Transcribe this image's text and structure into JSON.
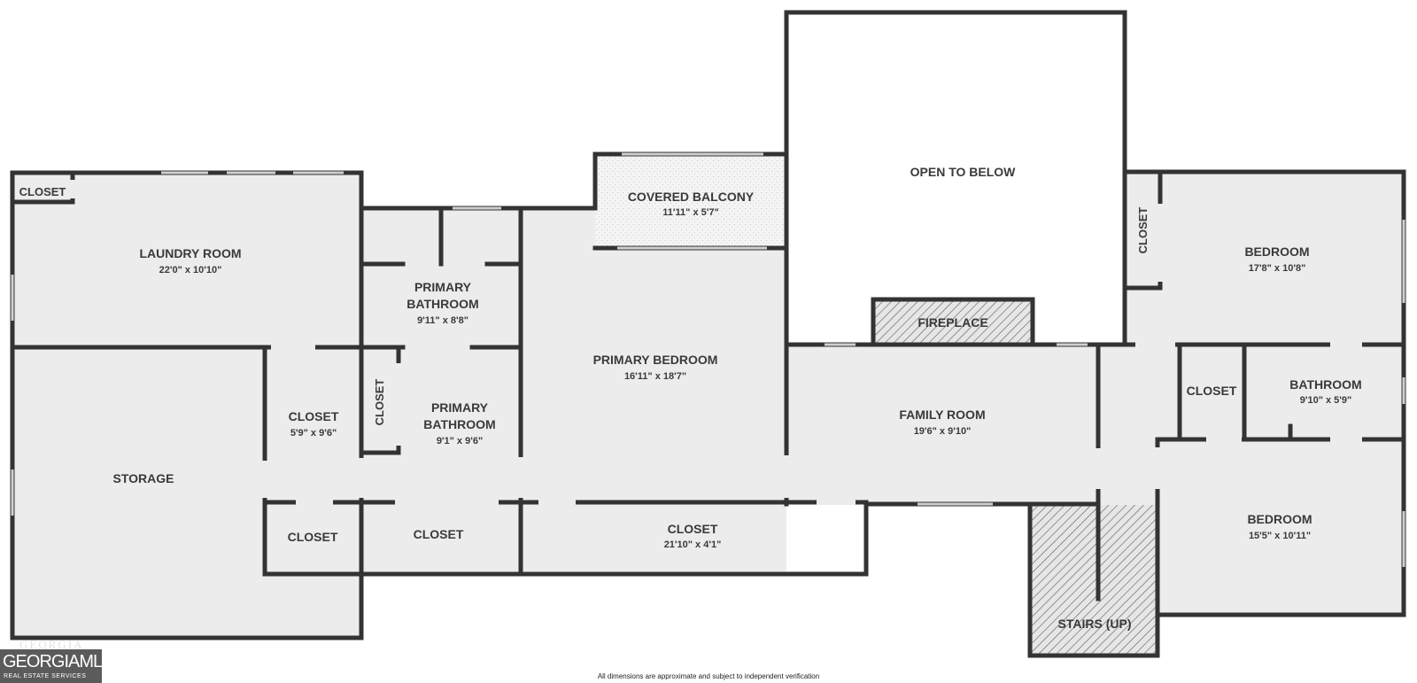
{
  "rooms": {
    "closet_tl": {
      "name": "CLOSET"
    },
    "laundry": {
      "name": "LAUNDRY ROOM",
      "dim": "22'0\" x 10'10\""
    },
    "storage": {
      "name": "STORAGE"
    },
    "closet_a": {
      "name": "CLOSET",
      "dim": "5'9\" x 9'6\""
    },
    "closet_b": {
      "name": "CLOSET"
    },
    "closet_c": {
      "name": "CLOSET"
    },
    "closet_v": {
      "name": "CLOSET"
    },
    "primary_bath_1": {
      "line1": "PRIMARY",
      "line2": "BATHROOM",
      "dim": "9'11\" x 8'8\""
    },
    "primary_bath_2": {
      "line1": "PRIMARY",
      "line2": "BATHROOM",
      "dim": "9'1\" x 9'6\""
    },
    "covered_balcony": {
      "name": "COVERED BALCONY",
      "dim": "11'11\" x 5'7\""
    },
    "primary_bedroom": {
      "name": "PRIMARY BEDROOM",
      "dim": "16'11\" x 18'7\""
    },
    "closet_long": {
      "name": "CLOSET",
      "dim": "21'10\" x 4'1\""
    },
    "open_to_below": {
      "name": "OPEN TO BELOW"
    },
    "fireplace": {
      "name": "FIREPLACE"
    },
    "family_room": {
      "name": "FAMILY ROOM",
      "dim": "19'6\" x 9'10\""
    },
    "stairs": {
      "name": "STAIRS (UP)"
    },
    "closet_right_v": {
      "name": "CLOSET"
    },
    "bedroom_1": {
      "name": "BEDROOM",
      "dim": "17'8\" x 10'8\""
    },
    "closet_right": {
      "name": "CLOSET"
    },
    "bathroom": {
      "name": "BATHROOM",
      "dim": "9'10\" x 5'9\""
    },
    "bedroom_2": {
      "name": "BEDROOM",
      "dim": "15'5\" x 10'11\""
    }
  },
  "footer": {
    "disclaimer": "All dimensions are approximate and subject to independent verification"
  },
  "logo": {
    "watermark": "GEORGIA",
    "brand": "GEORGIAMLS",
    "tagline": "REAL ESTATE SERVICES"
  }
}
